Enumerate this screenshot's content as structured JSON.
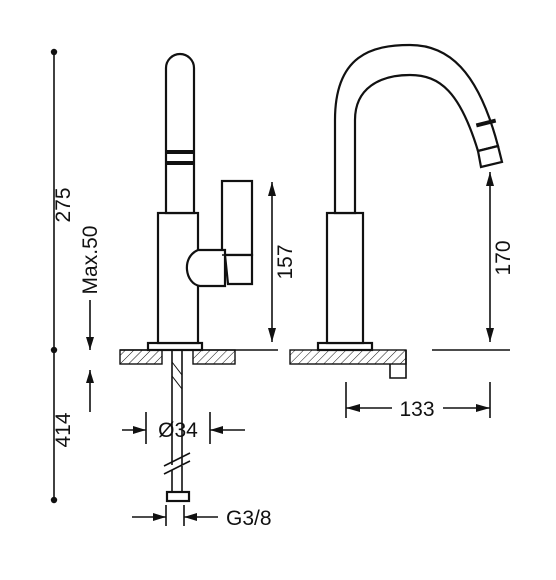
{
  "dimensions": {
    "total_height": "275",
    "max_insertion": "Max.50",
    "underside_length": "414",
    "spout_height": "170",
    "handle_height": "157",
    "spout_reach": "133",
    "hole_diameter": "Ø34",
    "thread": "G3/8"
  }
}
